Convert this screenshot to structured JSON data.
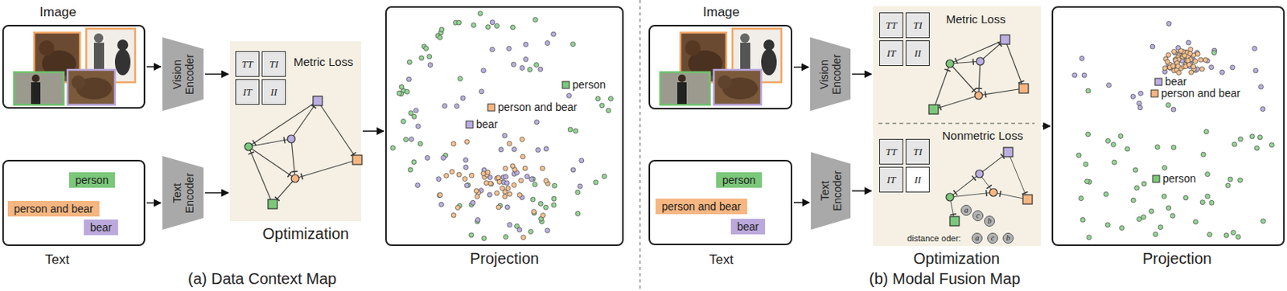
{
  "diagram": {
    "nodes": [
      {
        "text": [
          "Image"
        ]
      },
      {
        "text": [
          "Vision Encoder"
        ]
      },
      {
        "text": [
          "Text"
        ]
      },
      {
        "text": [
          "person"
        ],
        "in": 2
      },
      {
        "text": [
          "person and bear"
        ],
        "in": 2
      },
      {
        "text": [
          "bear"
        ],
        "in": 2
      },
      {
        "text": [
          "Text Encoder"
        ]
      },
      {
        "text": [
          "Metric Loss",
          "Optimization"
        ]
      },
      {
        "text": [
          "TT"
        ],
        "in": 7
      },
      {
        "text": [
          "TI"
        ],
        "in": 7
      },
      {
        "text": [
          "IT"
        ],
        "in": 7
      },
      {
        "text": [
          "II"
        ],
        "in": 7
      },
      {
        "text": [
          "Projection"
        ]
      },
      {
        "text": [
          "Image"
        ]
      },
      {
        "text": [
          "Vision Encoder"
        ]
      },
      {
        "text": [
          "Text"
        ]
      },
      {
        "text": [
          "person"
        ],
        "in": 15
      },
      {
        "text": [
          "person and bear"
        ],
        "in": 15
      },
      {
        "text": [
          "bear"
        ],
        "in": 15
      },
      {
        "text": [
          "Text Encoder"
        ]
      },
      {
        "text": [
          "Optimization"
        ]
      },
      {
        "text": [
          "Metric Loss"
        ],
        "in": 20
      },
      {
        "text": [
          "TT"
        ],
        "in": 21
      },
      {
        "text": [
          "TI"
        ],
        "in": 21
      },
      {
        "text": [
          "IT"
        ],
        "in": 21
      },
      {
        "text": [
          "II"
        ],
        "in": 21
      },
      {
        "text": [
          "Nonmetric Loss"
        ],
        "in": 20
      },
      {
        "text": [
          "TT"
        ],
        "in": 26
      },
      {
        "text": [
          "TI"
        ],
        "in": 26
      },
      {
        "text": [
          "IT"
        ],
        "in": 26
      },
      {
        "text": [
          "II"
        ],
        "in": 26
      },
      {
        "text": [
          "a"
        ],
        "in": 26
      },
      {
        "text": [
          "b"
        ],
        "in": 26
      },
      {
        "text": [
          "c"
        ],
        "in": 26
      },
      {
        "text": [
          "a"
        ],
        "in": 26
      },
      {
        "text": [
          "c"
        ],
        "in": 26
      },
      {
        "text": [
          "b"
        ],
        "in": 26
      },
      {
        "text": [
          "Projection"
        ]
      }
    ],
    "edges": [
      {
        "from": 0,
        "to": 1,
        "arrow": "to"
      },
      {
        "from": 1,
        "to": 7,
        "arrow": "to"
      },
      {
        "from": 2,
        "to": 6,
        "arrow": "to"
      },
      {
        "from": 6,
        "to": 7,
        "arrow": "to"
      },
      {
        "from": 7,
        "to": 12,
        "arrow": "to"
      },
      {
        "from": 13,
        "to": 14,
        "arrow": "to"
      },
      {
        "from": 14,
        "to": 20,
        "arrow": "to"
      },
      {
        "from": 15,
        "to": 19,
        "arrow": "to"
      },
      {
        "from": 19,
        "to": 20,
        "arrow": "to"
      },
      {
        "from": 20,
        "to": 37,
        "arrow": "to"
      }
    ],
    "labels": [
      "person",
      "person and bear",
      "bear",
      "(a) Data Context Map",
      "distance oder:",
      "bear",
      "person and bear",
      "person",
      "(b) Modal Fusion Map"
    ]
  }
}
